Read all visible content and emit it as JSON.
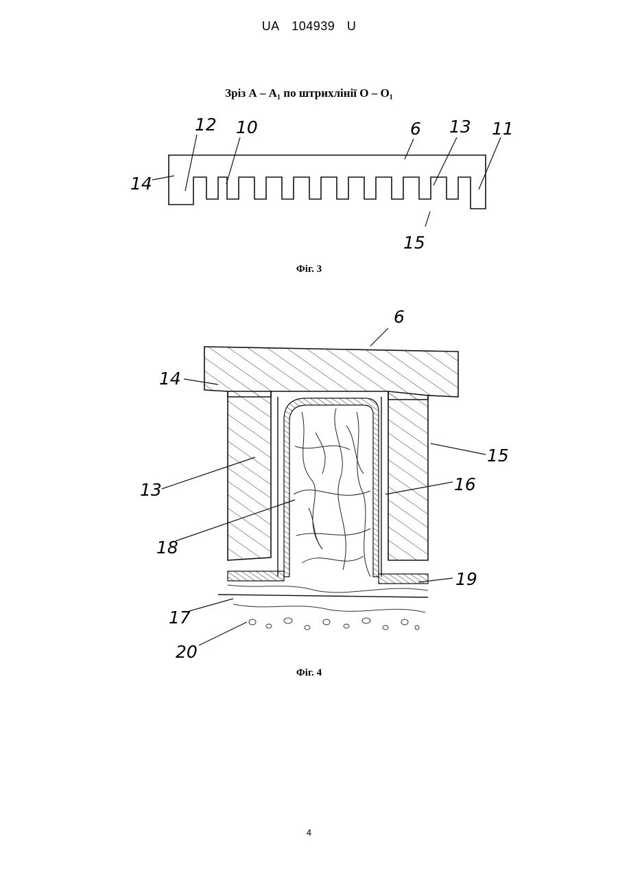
{
  "header": {
    "country": "UA",
    "number": "104939",
    "kind": "U"
  },
  "fig3": {
    "section_title": "Зріз А – А₁ по штрихлінії О – О₁",
    "caption": "Фіг. 3",
    "labels": {
      "l14": "14",
      "l12": "12",
      "l10": "10",
      "l6": "6",
      "l13": "13",
      "l11": "11",
      "l15": "15"
    }
  },
  "fig4": {
    "caption": "Фіг. 4",
    "labels": {
      "l6": "6",
      "l14": "14",
      "l15": "15",
      "l13": "13",
      "l16": "16",
      "l18": "18",
      "l19": "19",
      "l17": "17",
      "l20": "20"
    }
  },
  "page_number": "4"
}
